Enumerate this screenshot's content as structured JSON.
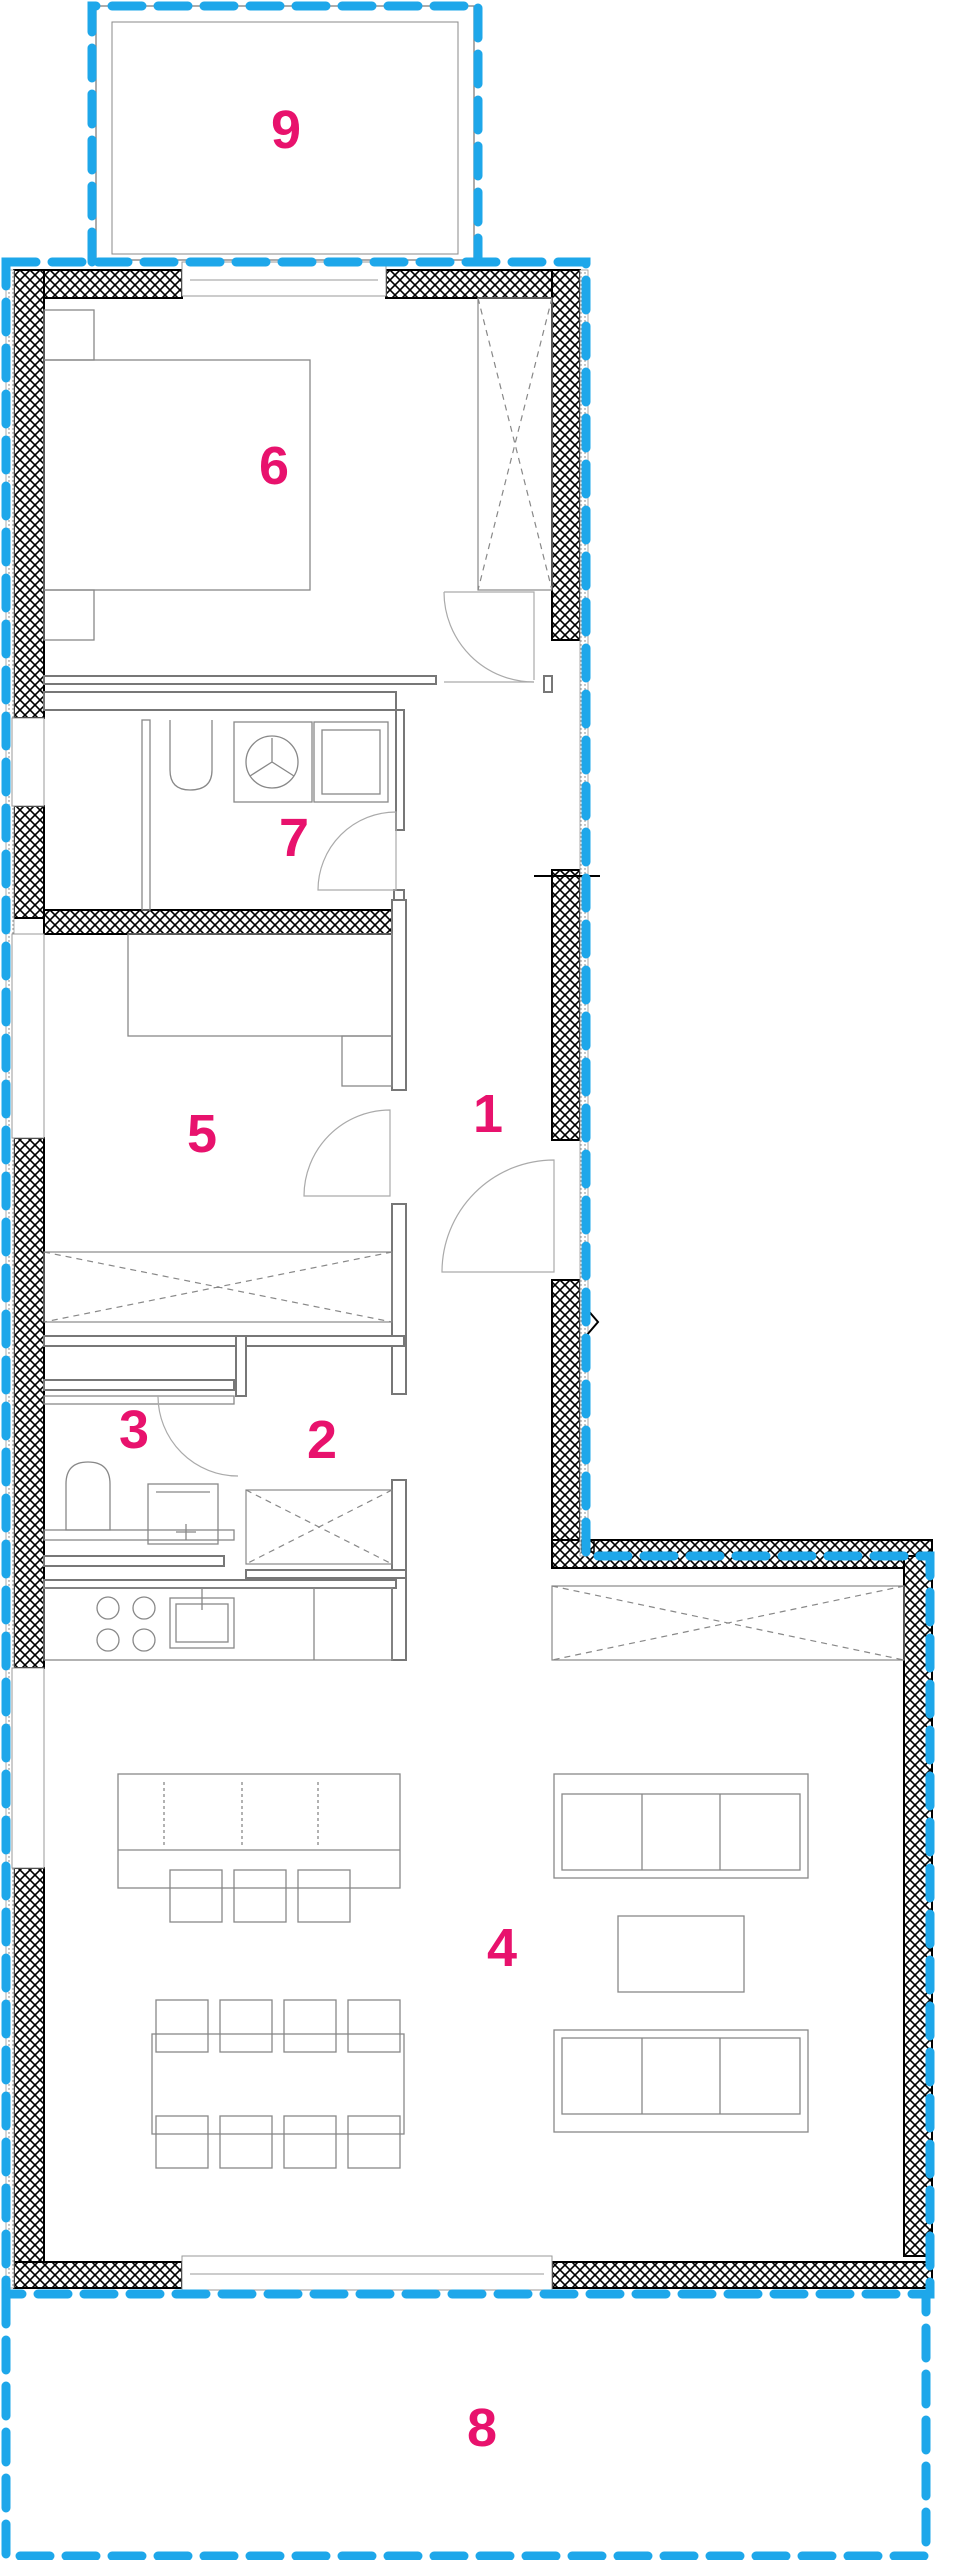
{
  "plan": {
    "colors": {
      "label": "#e8126d",
      "boundary": "#1ea7ea",
      "wall": "#000000",
      "line": "#777777"
    },
    "rooms": [
      {
        "id": "hall",
        "label": "1"
      },
      {
        "id": "wc-2",
        "label": "2"
      },
      {
        "id": "bath-3",
        "label": "3"
      },
      {
        "id": "living",
        "label": "4"
      },
      {
        "id": "bedroom-5",
        "label": "5"
      },
      {
        "id": "bedroom-6",
        "label": "6"
      },
      {
        "id": "bath-7",
        "label": "7"
      },
      {
        "id": "terrace-8",
        "label": "8"
      },
      {
        "id": "balcony-9",
        "label": "9"
      }
    ]
  }
}
